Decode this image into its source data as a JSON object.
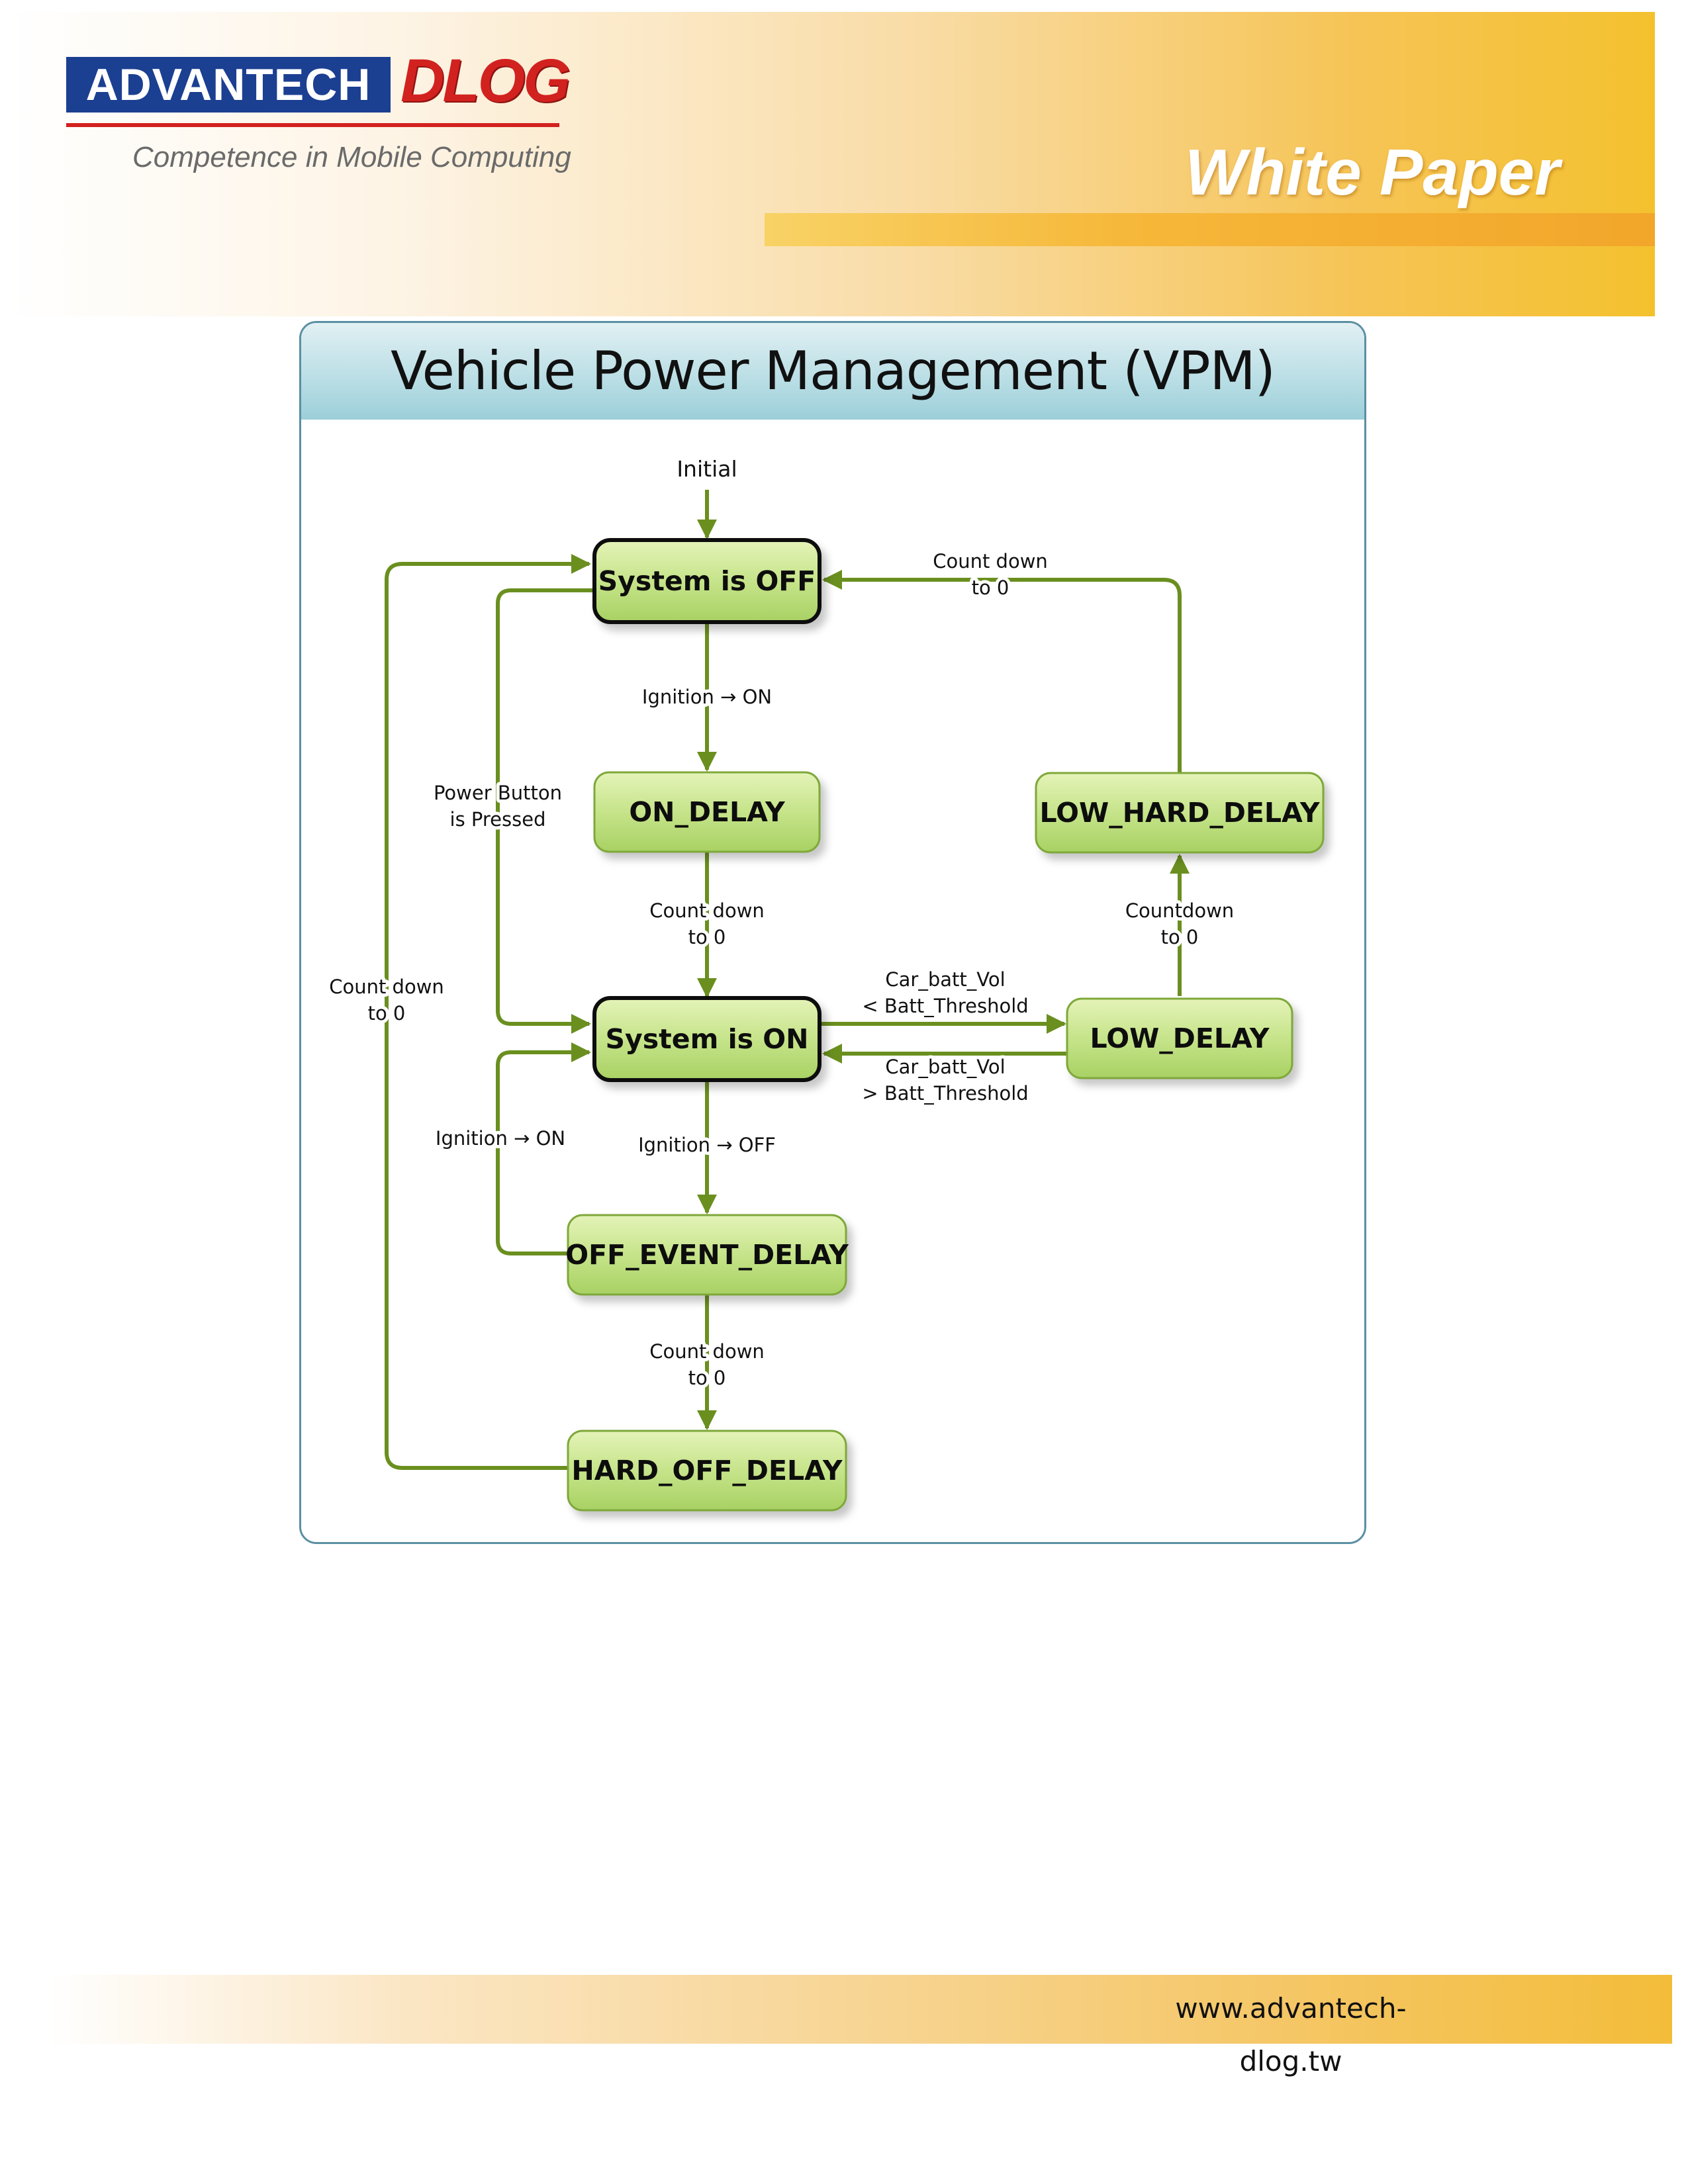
{
  "header": {
    "logo_name": "ADVANTECH",
    "logo_dlog": "DLOG",
    "tagline": "Competence in Mobile Computing",
    "doc_type": "White Paper"
  },
  "diagram": {
    "title": "Vehicle Power Management (VPM)",
    "initial_label": "Initial",
    "states": {
      "system_off": "System is OFF",
      "on_delay": "ON_DELAY",
      "system_on": "System is ON",
      "off_event_delay": "OFF_EVENT_DELAY",
      "hard_off_delay": "HARD_OFF_DELAY",
      "low_delay": "LOW_DELAY",
      "low_hard_delay": "LOW_HARD_DELAY"
    },
    "transitions": {
      "ignition_on_1": "Ignition → ON",
      "countdown_on_delay": [
        "Count down",
        "to 0"
      ],
      "power_button": [
        "Power Button",
        "is Pressed"
      ],
      "countdown_hard_off": [
        "Count down",
        "to 0"
      ],
      "batt_low": [
        "Car_batt_Vol",
        "< Batt_Threshold"
      ],
      "batt_high": [
        "Car_batt_Vol",
        "> Batt_Threshold"
      ],
      "ignition_off": "Ignition → OFF",
      "ignition_on_2": "Ignition → ON",
      "countdown_off_event": [
        "Count down",
        "to 0"
      ],
      "countdown_low_delay": [
        "Countdown",
        "to 0"
      ],
      "countdown_low_hard": [
        "Count down",
        "to 0"
      ]
    },
    "colors": {
      "arrow": "#6a8f1f",
      "state_fill_top": "#dff0b0",
      "state_fill_bottom": "#a9d46a",
      "state_border": "#7fa83a"
    }
  },
  "footer": {
    "url": "www.advantech-dlog.tw"
  }
}
